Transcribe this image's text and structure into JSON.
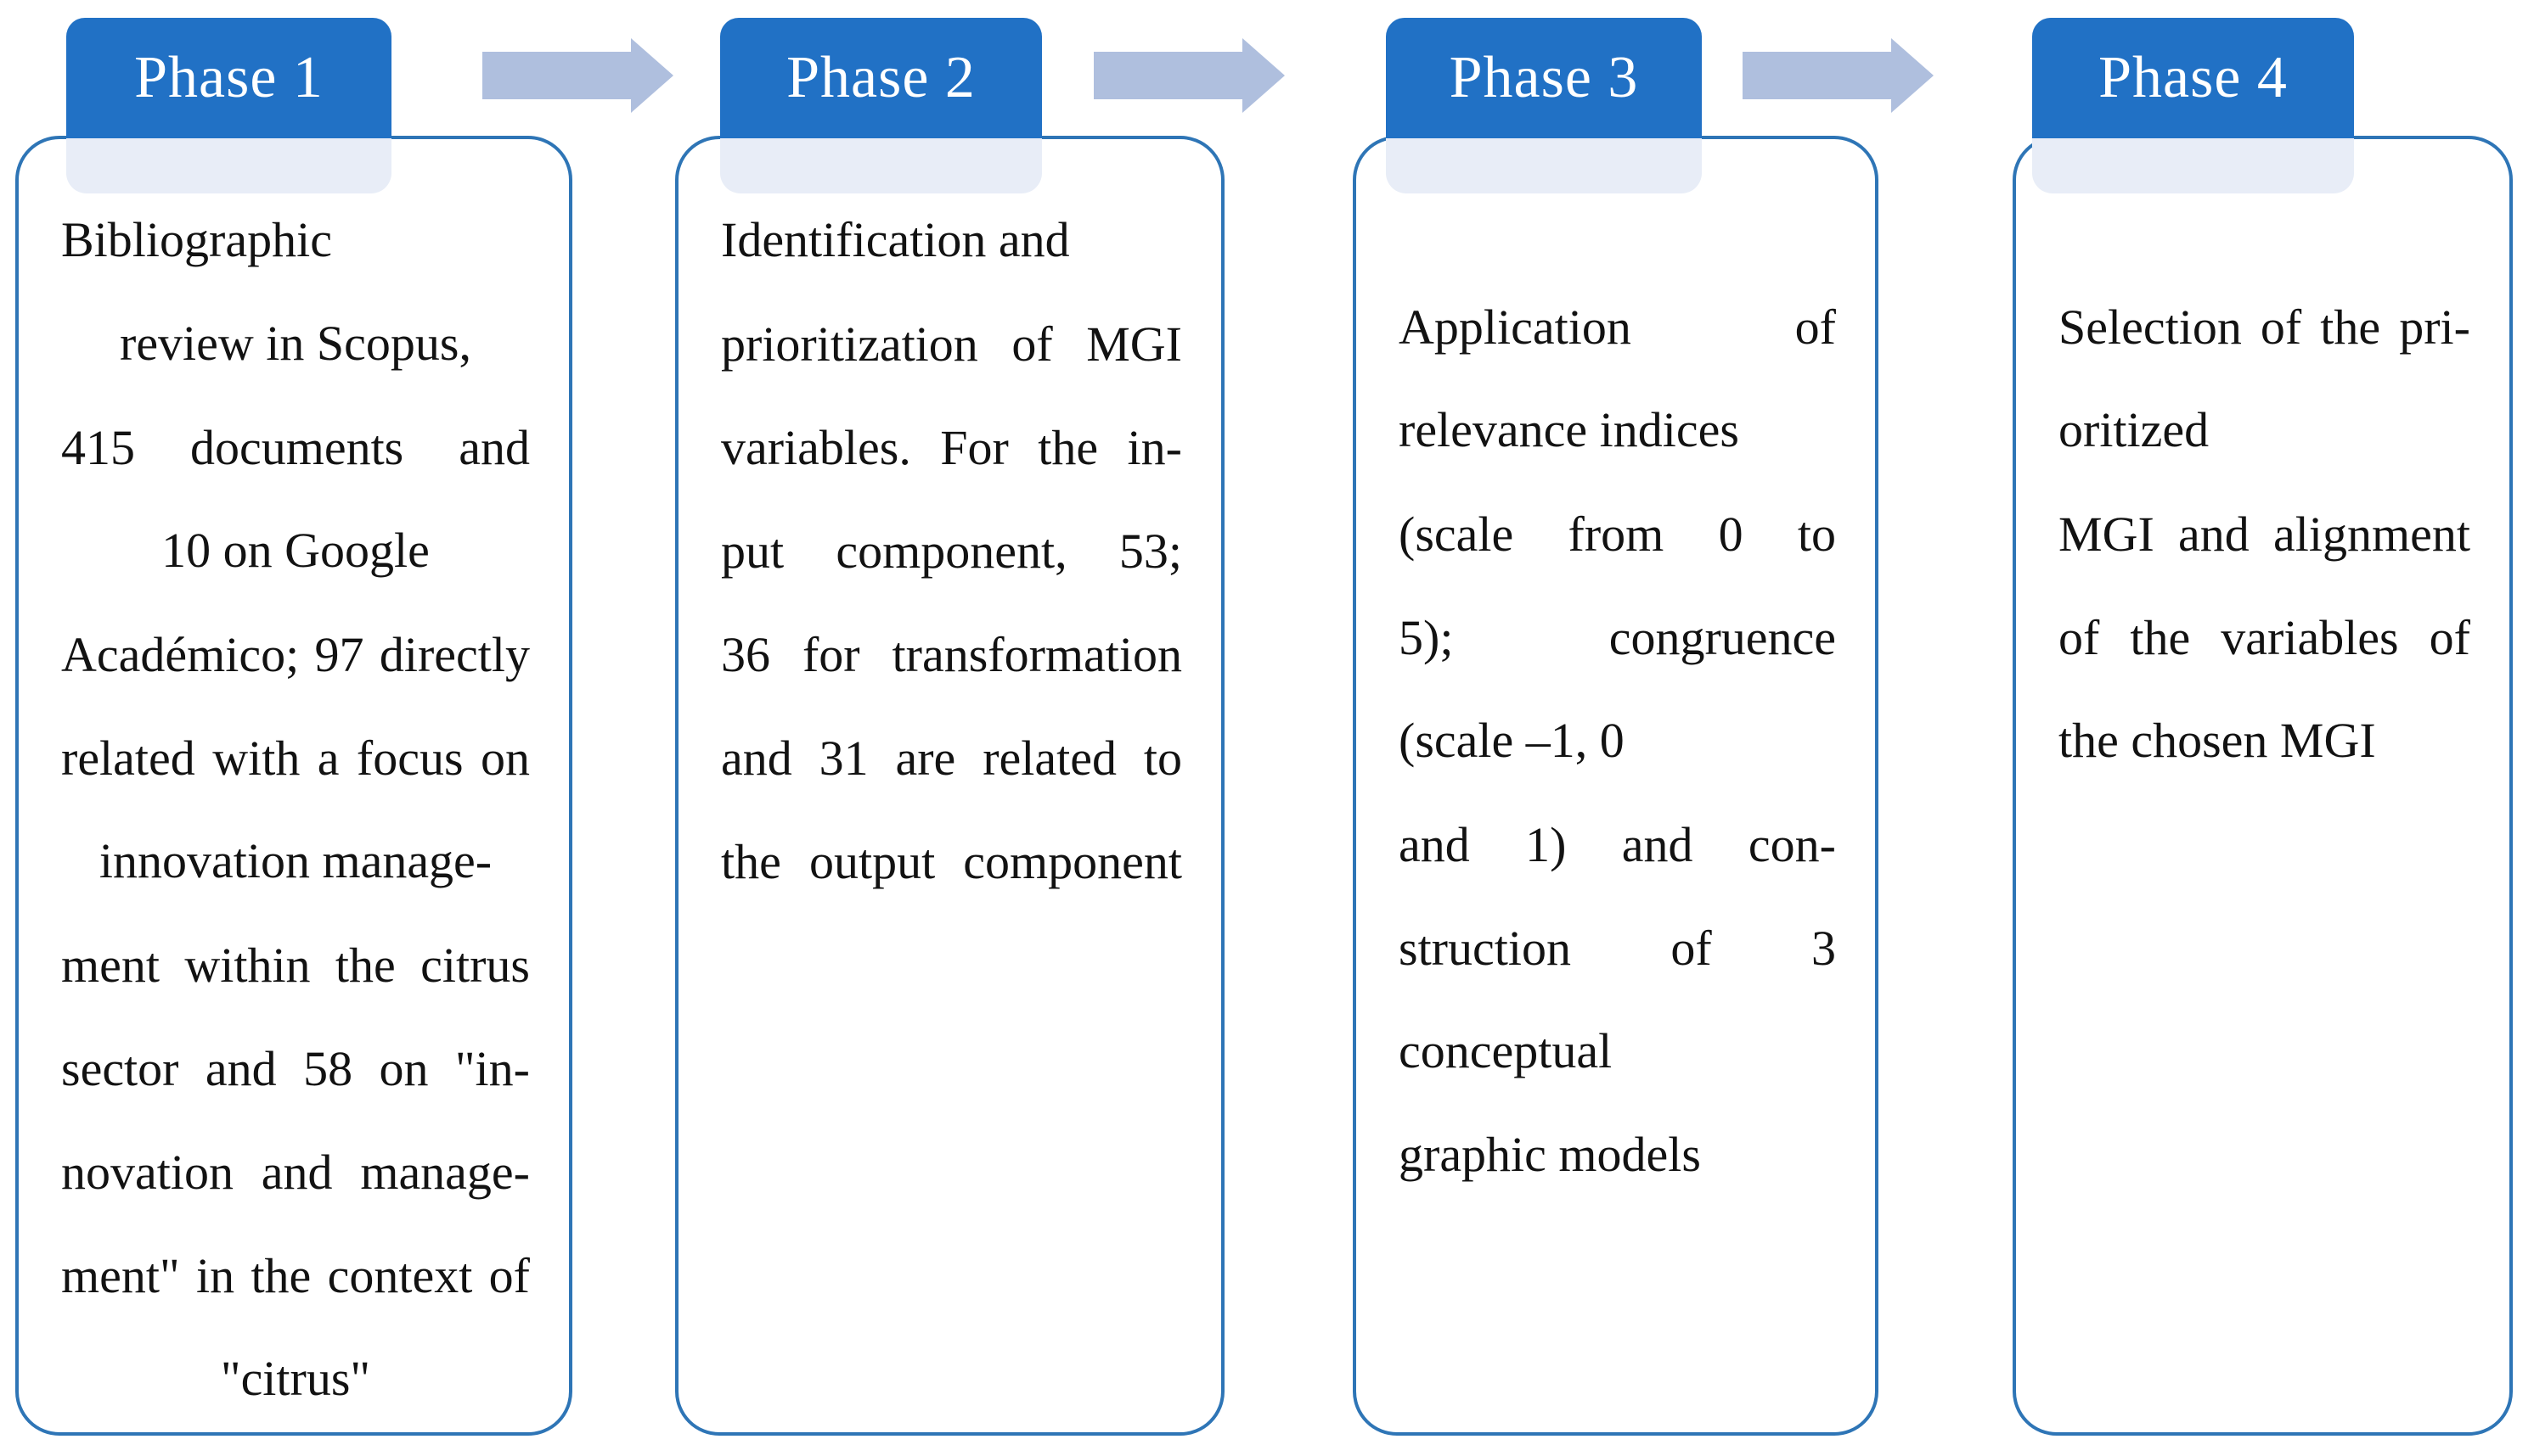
{
  "diagram_title": "Four-phase methodology flow diagram",
  "colors": {
    "tab_blue": "#2171C5",
    "border_blue": "#2E75B6",
    "arrow_fill": "#AFBFDE",
    "shade_fill": "#E8EDF7",
    "text_color": "#121212",
    "bg": "#FFFFFF"
  },
  "phases": [
    {
      "tab": "Phase 1",
      "lines": [
        {
          "t": "Bibliographic",
          "a": "l"
        },
        {
          "t": "review in Scopus,",
          "a": "c"
        },
        {
          "t": "415 documents and",
          "a": "j"
        },
        {
          "t": "10 on Google",
          "a": "c"
        },
        {
          "t": "Académico; 97 directly",
          "a": "j"
        },
        {
          "t": "related with a focus on",
          "a": "j"
        },
        {
          "t": "innovation manage-",
          "a": "c"
        },
        {
          "t": "ment within the citrus",
          "a": "j"
        },
        {
          "t": "sector and 58 on \"in-",
          "a": "j"
        },
        {
          "t": "novation and manage-",
          "a": "j"
        },
        {
          "t": "ment\" in the context of",
          "a": "j"
        },
        {
          "t": "\"citrus\"",
          "a": "c"
        }
      ]
    },
    {
      "tab": "Phase 2",
      "lines": [
        {
          "t": "Identification and",
          "a": "l"
        },
        {
          "t": "prioritization of MGI",
          "a": "j"
        },
        {
          "t": "variables. For the in-",
          "a": "j"
        },
        {
          "t": "put component, 53;",
          "a": "j"
        },
        {
          "t": "36 for transformation",
          "a": "j"
        },
        {
          "t": "and 31 are related to",
          "a": "j"
        },
        {
          "t": "the output component",
          "a": "j"
        }
      ]
    },
    {
      "tab": "Phase 3",
      "lines": [
        {
          "t": "Application of",
          "a": "j"
        },
        {
          "t": "relevance indices",
          "a": "l"
        },
        {
          "t": "(scale from 0 to",
          "a": "j"
        },
        {
          "t": "5); congruence",
          "a": "j"
        },
        {
          "t": "(scale –1, 0",
          "a": "l"
        },
        {
          "t": "and 1) and con-",
          "a": "j"
        },
        {
          "t": "struction of 3",
          "a": "j"
        },
        {
          "t": "conceptual",
          "a": "l"
        },
        {
          "t": "graphic models",
          "a": "l"
        }
      ]
    },
    {
      "tab": "Phase 4",
      "lines": [
        {
          "t": "Selection of the pri-",
          "a": "j"
        },
        {
          "t": "oritized",
          "a": "l"
        },
        {
          "t": "MGI and alignment",
          "a": "j"
        },
        {
          "t": "of the variables of",
          "a": "j"
        },
        {
          "t": "the chosen MGI",
          "a": "l"
        }
      ]
    }
  ]
}
